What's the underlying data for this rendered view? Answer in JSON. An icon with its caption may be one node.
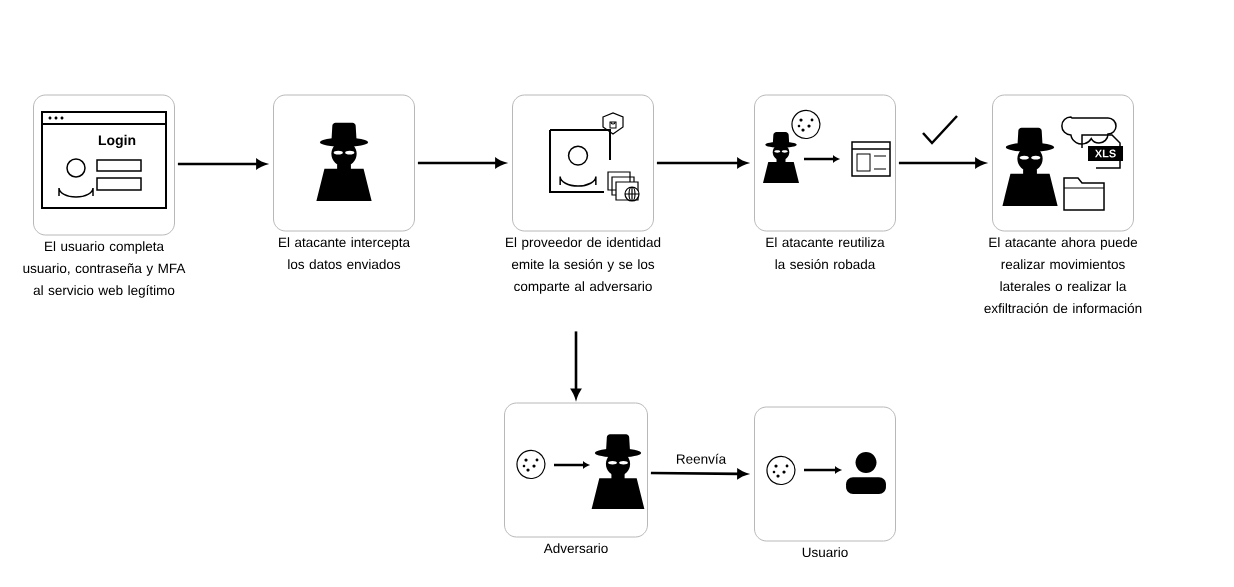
{
  "diagram": {
    "nodes": [
      {
        "text": [
          "Login"
        ],
        "beside": [
          "El usuario completa usuario, contraseña y MFA al servicio web legítimo"
        ]
      },
      {
        "text": [],
        "shape": "box",
        "beside": [
          "El atacante intercepta los datos enviados"
        ]
      },
      {
        "text": [],
        "shape": "box",
        "beside": [
          "El proveedor de identidad emite la sesión y se los comparte al adversario"
        ]
      },
      {
        "text": [],
        "shape": "box",
        "beside": [
          "El atacante reutiliza la sesión robada"
        ]
      },
      {
        "text": [],
        "shape": "box",
        "beside": [
          "El atacante ahora puede realizar movimientos laterales o realizar la exfiltración de información"
        ]
      },
      {
        "text": [],
        "shape": "box",
        "beside": [
          "Adversario"
        ]
      },
      {
        "text": [],
        "shape": "box",
        "beside": [
          "Usuario"
        ]
      }
    ],
    "edges": [
      {
        "from": 0,
        "to": 1,
        "arrow": "to"
      },
      {
        "from": 1,
        "to": 2,
        "arrow": "to"
      },
      {
        "from": 2,
        "to": 3,
        "arrow": "to"
      },
      {
        "from": 3,
        "to": 4,
        "arrow": "to"
      },
      {
        "from": 2,
        "to": 5,
        "arrow": "to"
      },
      {
        "from": 5,
        "to": 6,
        "arrow": "to",
        "label": "Reenvía"
      }
    ],
    "labels": [
      "XLS"
    ]
  }
}
